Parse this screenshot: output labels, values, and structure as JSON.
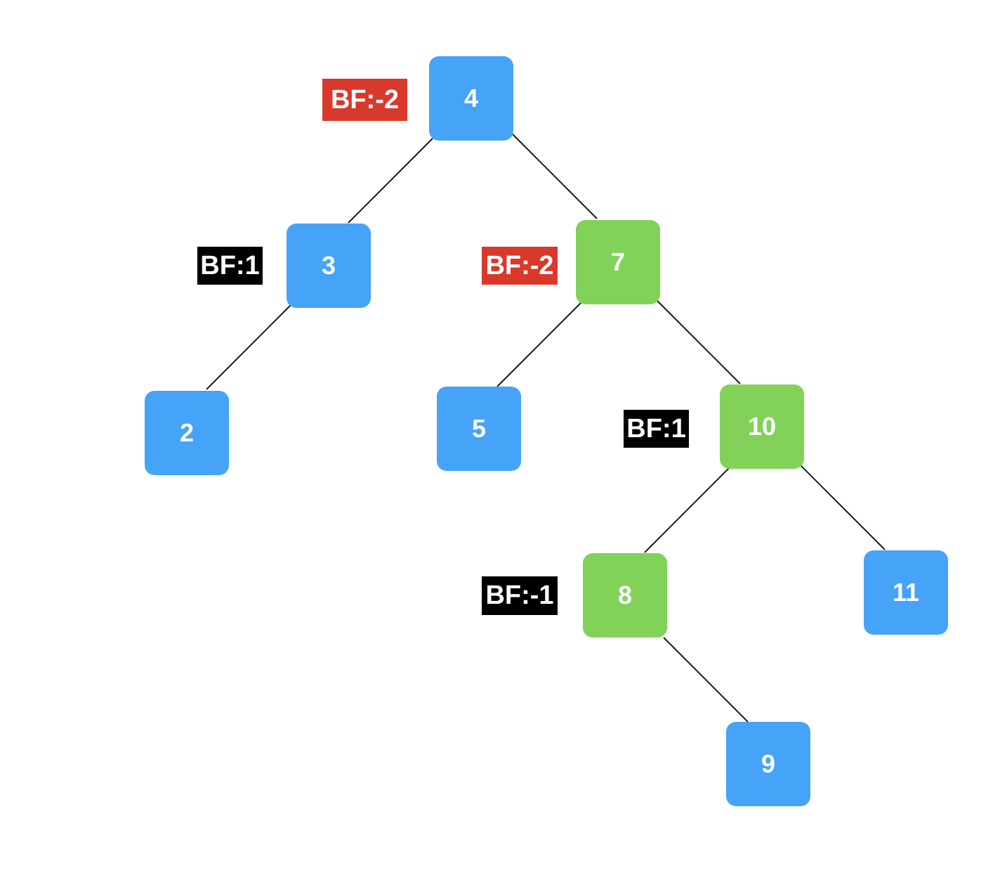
{
  "colors": {
    "blue_node": "#45a3f8",
    "green_node": "#82d25a",
    "bf_black": "#000000",
    "bf_red": "#d9392a",
    "edge": "#1a1a1a"
  },
  "nodes": {
    "n4": {
      "label": "4",
      "color": "blue"
    },
    "n3": {
      "label": "3",
      "color": "blue"
    },
    "n7": {
      "label": "7",
      "color": "green"
    },
    "n2": {
      "label": "2",
      "color": "blue"
    },
    "n5": {
      "label": "5",
      "color": "blue"
    },
    "n10": {
      "label": "10",
      "color": "green"
    },
    "n8": {
      "label": "8",
      "color": "green"
    },
    "n11": {
      "label": "11",
      "color": "blue"
    },
    "n9": {
      "label": "9",
      "color": "blue"
    }
  },
  "edges": [
    [
      "4",
      "3"
    ],
    [
      "4",
      "7"
    ],
    [
      "3",
      "2"
    ],
    [
      "7",
      "5"
    ],
    [
      "7",
      "10"
    ],
    [
      "10",
      "8"
    ],
    [
      "10",
      "11"
    ],
    [
      "8",
      "9"
    ]
  ],
  "balance_factors": {
    "bf4": {
      "label": "BF:-2",
      "node": "4",
      "style": "red"
    },
    "bf3": {
      "label": "BF:1",
      "node": "3",
      "style": "black"
    },
    "bf7": {
      "label": "BF:-2",
      "node": "7",
      "style": "red"
    },
    "bf10": {
      "label": "BF:1",
      "node": "10",
      "style": "black"
    },
    "bf8": {
      "label": "BF:-1",
      "node": "8",
      "style": "black"
    }
  }
}
